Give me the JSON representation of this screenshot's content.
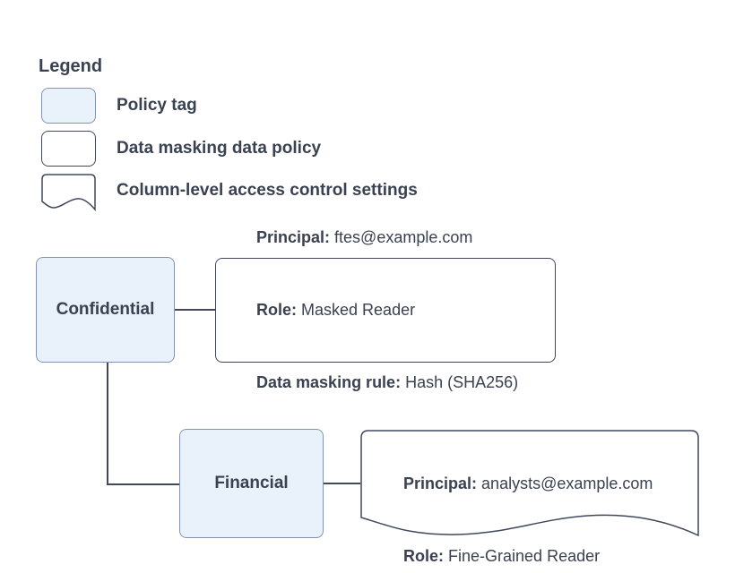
{
  "legend": {
    "title": "Legend",
    "items": [
      {
        "shape": "policy-tag-swatch",
        "label": "Policy tag"
      },
      {
        "shape": "data-policy-swatch",
        "label": "Data masking data policy"
      },
      {
        "shape": "column-access-swatch",
        "label": "Column-level access control settings"
      }
    ]
  },
  "diagram": {
    "policy_tags": [
      {
        "id": "confidential",
        "label": "Confidential"
      },
      {
        "id": "financial",
        "label": "Financial"
      }
    ],
    "data_masking_policy": {
      "attached_to": "Confidential",
      "lines": [
        {
          "label": "Principal:",
          "value": " ftes@example.com"
        },
        {
          "label": "Role:",
          "value": " Masked Reader"
        },
        {
          "label": "Data masking rule:",
          "value": " Hash (SHA256)"
        }
      ]
    },
    "column_access_settings": {
      "attached_to": "Financial",
      "lines": [
        {
          "label": "Principal:",
          "value": " analysts@example.com"
        },
        {
          "label": "Role:",
          "value": " Fine-Grained Reader"
        }
      ]
    }
  },
  "colors": {
    "policy_tag_fill": "#e9f1fb",
    "policy_tag_border": "#8494ad",
    "box_border": "#40485a",
    "connector": "#40485a",
    "text": "#3a4150",
    "background": "#ffffff"
  }
}
